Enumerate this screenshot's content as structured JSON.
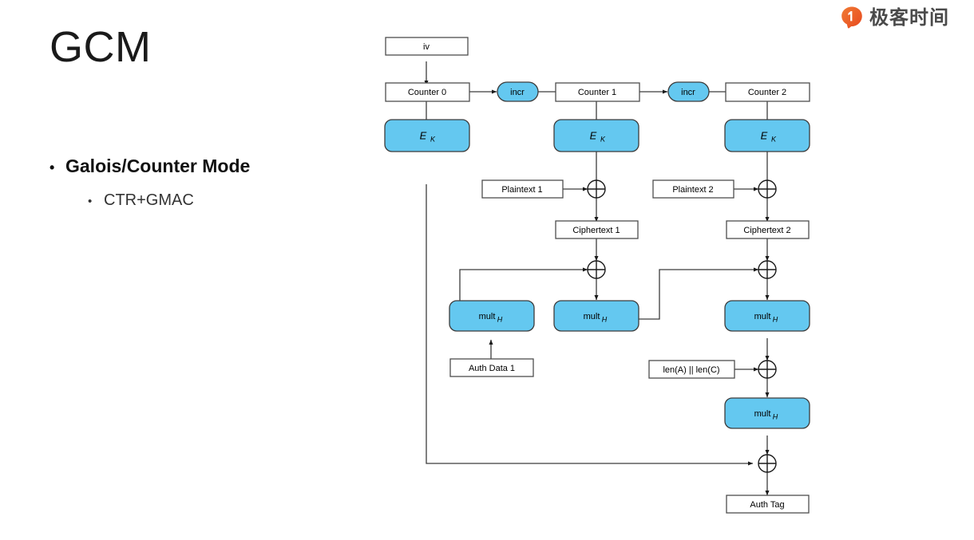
{
  "brand": {
    "name": "极客时间",
    "icon": "geektime-logo-icon",
    "color": "#E8552D"
  },
  "slide": {
    "title": "GCM",
    "bullets": [
      {
        "level": 1,
        "text": "Galois/Counter Mode",
        "marker": "•"
      },
      {
        "level": 2,
        "text": "CTR+GMAC",
        "marker": "•"
      }
    ]
  },
  "diagram": {
    "name": "gcm-galois-counter-mode-diagram",
    "accent_fill": "#64C8F0",
    "box_stroke": "#4d4d4d",
    "nodes": {
      "iv": "iv",
      "counter0": "Counter 0",
      "counter1": "Counter 1",
      "counter2": "Counter 2",
      "incr1": "incr",
      "incr2": "incr",
      "ek0_main": "E",
      "ek0_sub": "K",
      "ek1_main": "E",
      "ek1_sub": "K",
      "ek2_main": "E",
      "ek2_sub": "K",
      "plaintext1": "Plaintext 1",
      "plaintext2": "Plaintext 2",
      "ciphertext1": "Ciphertext 1",
      "ciphertext2": "Ciphertext 2",
      "mult1_main": "mult",
      "mult1_sub": "H",
      "mult2_main": "mult",
      "mult2_sub": "H",
      "mult3_main": "mult",
      "mult3_sub": "H",
      "mult4_main": "mult",
      "mult4_sub": "H",
      "authdata1": "Auth Data 1",
      "lenalenc": "len(A) || len(C)",
      "authtag": "Auth Tag"
    },
    "operators": {
      "xor_symbol": "xor-circle-plus"
    }
  }
}
